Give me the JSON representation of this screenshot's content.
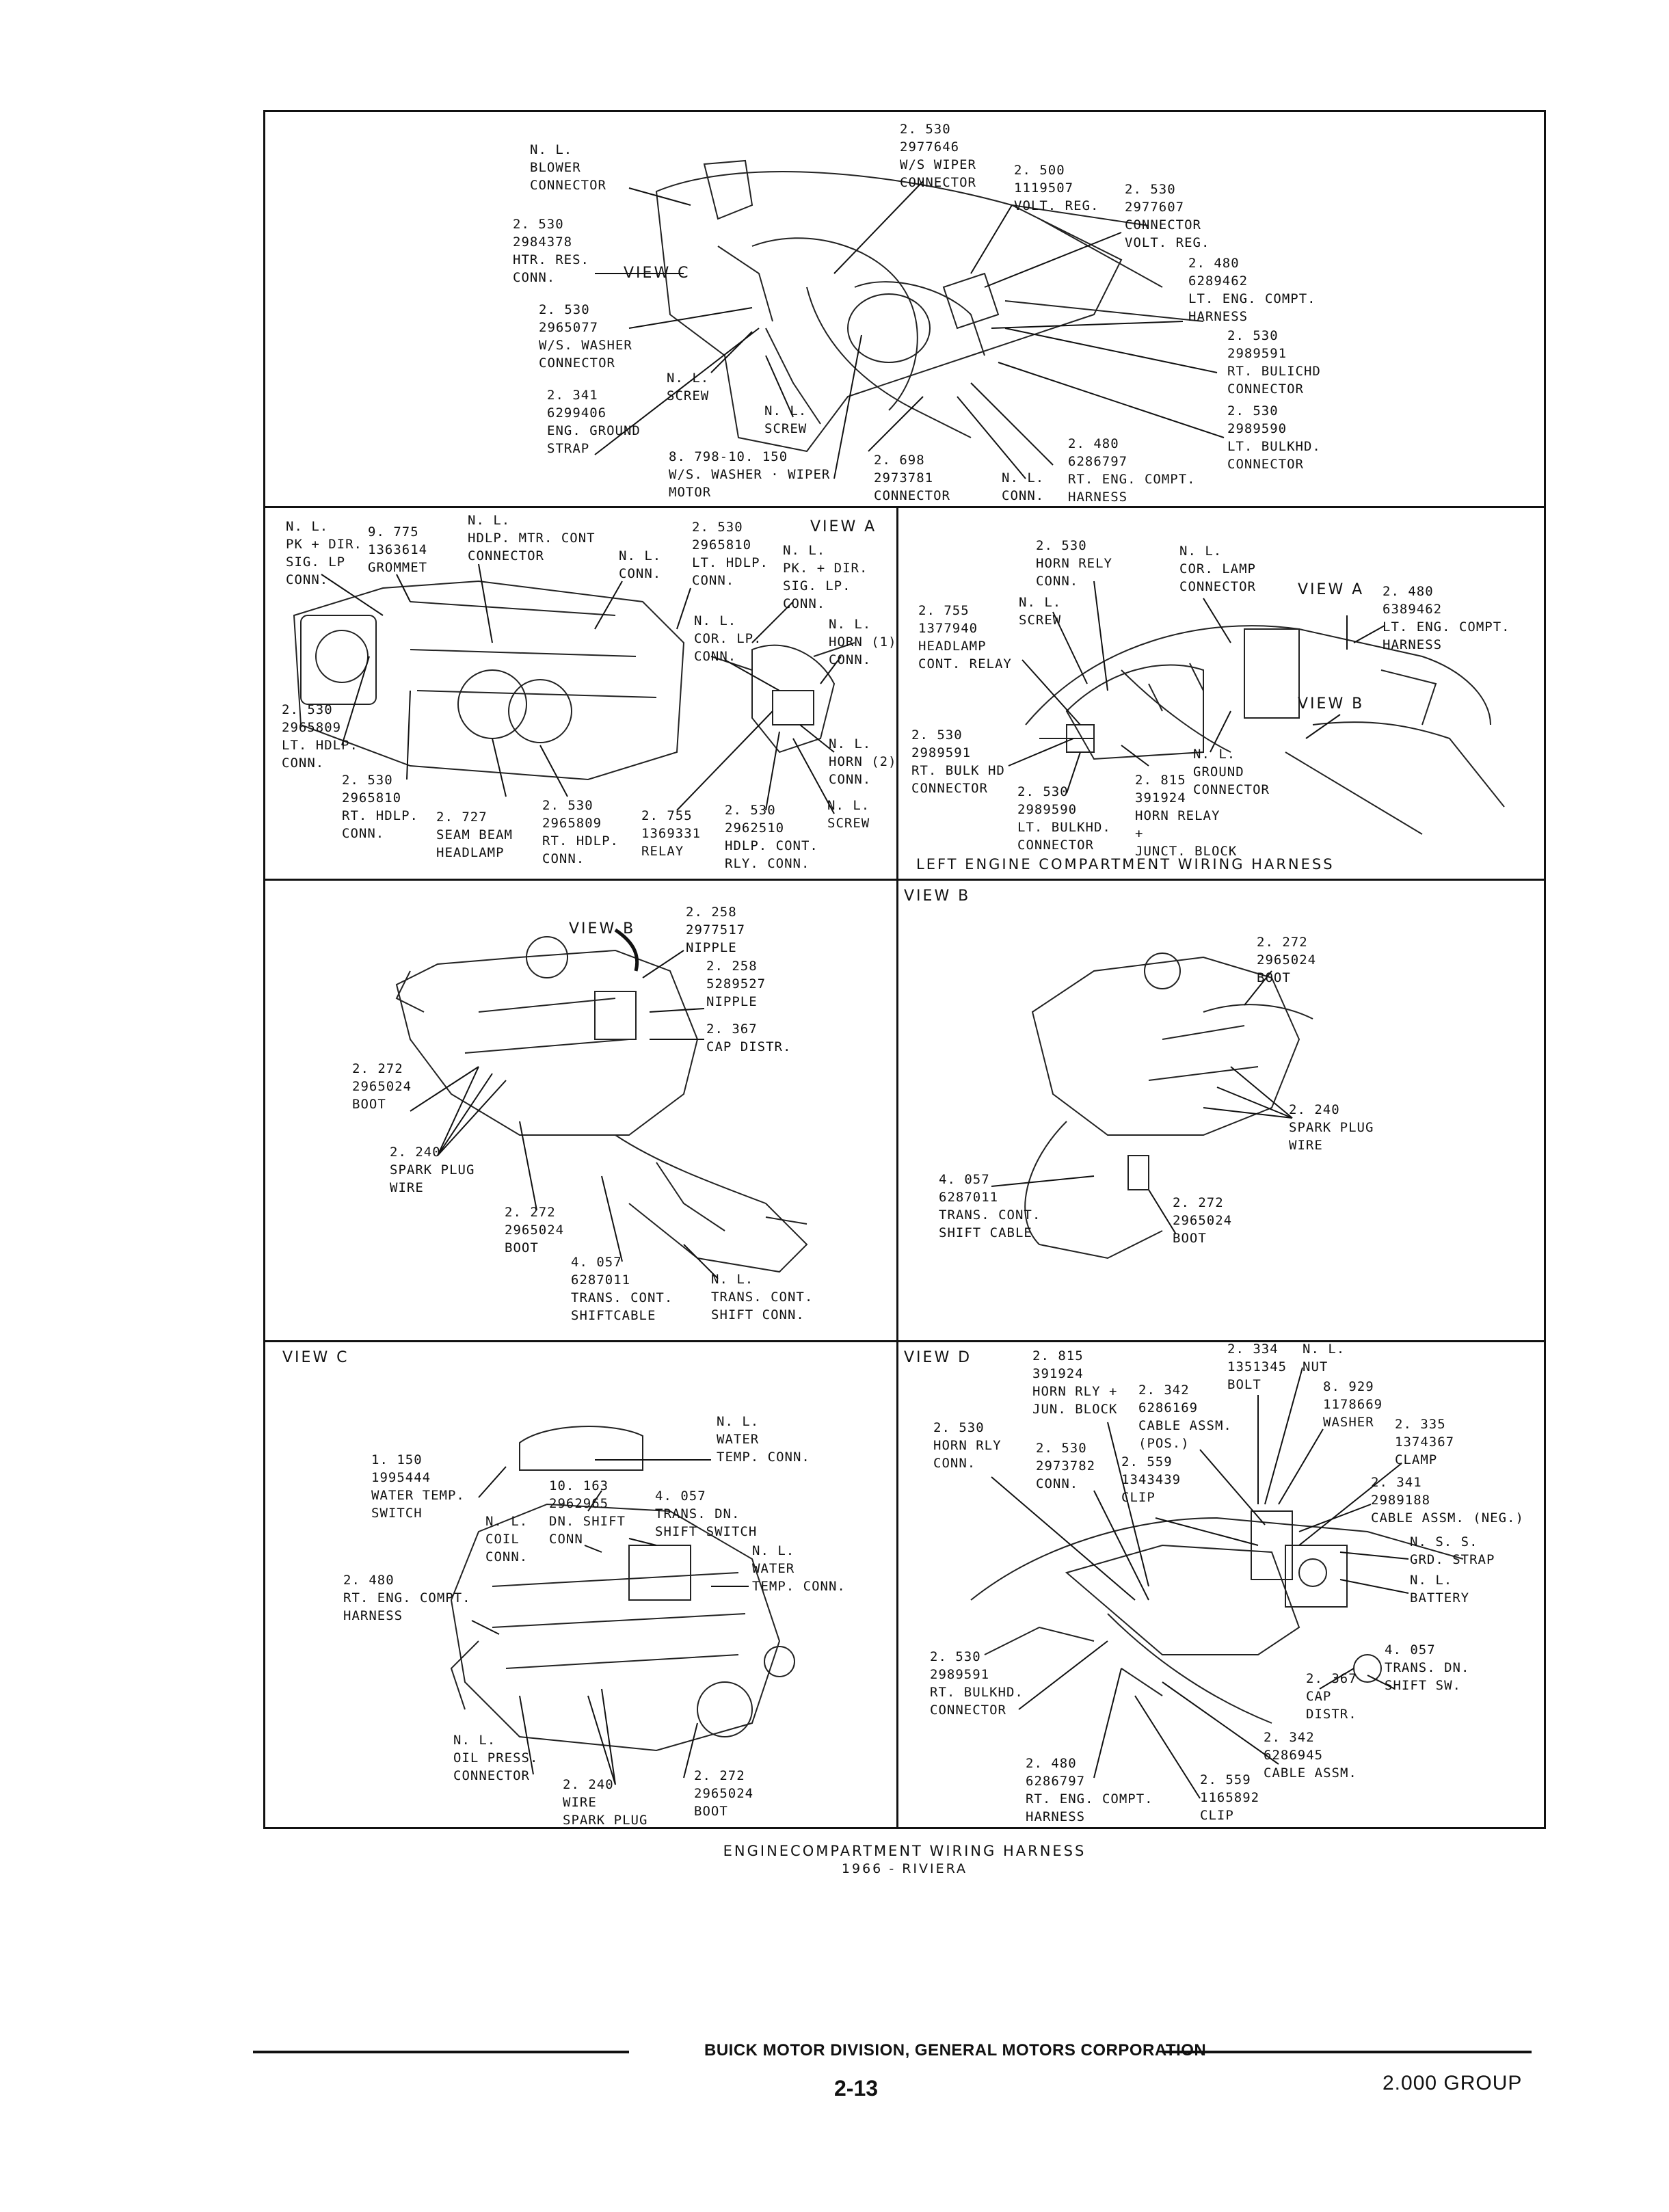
{
  "panels": {
    "top": {
      "labels": [
        "N. L.\nBLOWER\nCONNECTOR",
        "2. 530\n2984378\nHTR. RES.\nCONN.",
        "VIEW C",
        "2. 530\n2965077\nW/S. WASHER\nCONNECTOR",
        "N. L.\nSCREW",
        "2. 341\n6299406\nENG. GROUND\nSTRAP",
        "N. L.\nSCREW",
        "8. 798-10. 150\nW/S. WASHER · WIPER\nMOTOR",
        "2. 530\n2977646\nW/S WIPER\nCONNECTOR",
        "2. 500\n1119507\nVOLT. REG.",
        "2. 530\n2977607\nCONNECTOR\nVOLT. REG.",
        "2. 480\n6289462\nLT. ENG. COMPT.\nHARNESS",
        "2. 530\n2989591\nRT. BULICHD\nCONNECTOR",
        "2. 530\n2989590\nLT. BULKHD.\nCONNECTOR",
        "2. 480\n6286797\nRT. ENG. COMPT.\nHARNESS",
        "N. L.\nCONN.",
        "2. 698\n2973781\nCONNECTOR"
      ]
    },
    "view_a_left": {
      "labels": [
        "N. L.\nPK + DIR.\nSIG. LP\nCONN.",
        "9. 775\n1363614\nGROMMET",
        "N. L.\nHDLP. MTR. CONT\nCONNECTOR",
        "N. L.\nCONN.",
        "2. 530\n2965810\nLT. HDLP.\nCONN.",
        "VIEW A",
        "N. L.\nPK. + DIR.\nSIG. LP.\nCONN.",
        "N. L.\nCOR. LP.\nCONN.",
        "N. L.\nHORN (1)\nCONN.",
        "N. L.\nHORN (2)\nCONN.",
        "N. L.\nSCREW",
        "2. 530\n2965809\nLT. HDLP.\nCONN.",
        "2. 530\n2965810\nRT. HDLP.\nCONN.",
        "2. 727\nSEAM BEAM\nHEADLAMP",
        "2. 530\n2965809\nRT. HDLP.\nCONN.",
        "2. 755\n1369331\nRELAY",
        "2. 530\n2962510\nHDLP. CONT.\nRLY. CONN."
      ]
    },
    "left_engine": {
      "labels": [
        "2. 530\nHORN RELY\nCONN.",
        "N. L.\nCOR. LAMP\nCONNECTOR",
        "VIEW A",
        "2. 480\n6389462\nLT. ENG. COMPT.\nHARNESS",
        "2. 755\n1377940\nHEADLAMP\nCONT. RELAY",
        "N. L.\nSCREW",
        "VIEW B",
        "2. 530\n2989591\nRT. BULK HD\nCONNECTOR",
        "2. 530\n2989590\nLT. BULKHD.\nCONNECTOR",
        "2. 815\n391924\nHORN RELAY\n+\nJUNCT. BLOCK",
        "N. L.\nGROUND\nCONNECTOR"
      ],
      "caption": "LEFT ENGINE COMPARTMENT WIRING HARNESS"
    },
    "engine_left": {
      "labels": [
        "VIEW B",
        "2. 258\n2977517\nNIPPLE",
        "2. 258\n5289527\nNIPPLE",
        "2. 367\nCAP DISTR.",
        "2. 272\n2965024\nBOOT",
        "2. 240\nSPARK PLUG\nWIRE",
        "2. 272\n2965024\nBOOT",
        "4. 057\n6287011\nTRANS. CONT.\nSHIFTCABLE",
        "N. L.\nTRANS. CONT.\nSHIFT CONN."
      ]
    },
    "view_b": {
      "title": "VIEW B",
      "labels": [
        "2. 272\n2965024\nBOOT",
        "2. 240\nSPARK PLUG\nWIRE",
        "4. 057\n6287011\nTRANS. CONT.\nSHIFT CABLE",
        "2. 272\n2965024\nBOOT"
      ]
    },
    "view_c": {
      "title": "VIEW C",
      "labels": [
        "N. L.\nWATER\nTEMP. CONN.",
        "1. 150\n1995444\nWATER TEMP.\nSWITCH",
        "10. 163\n2962965\nDN. SHIFT\nCONN",
        "N. L.\nCOIL\nCONN.",
        "4. 057\nTRANS. DN.\nSHIFT SWITCH",
        "N. L.\nWATER\nTEMP. CONN.",
        "2. 480\nRT. ENG. COMPT.\nHARNESS",
        "N. L.\nOIL PRESS.\nCONNECTOR",
        "2. 240\nWIRE\nSPARK PLUG",
        "2. 272\n2965024\nBOOT"
      ]
    },
    "view_d": {
      "title": "VIEW D",
      "labels": [
        "2. 815\n391924\nHORN RLY +\nJUN. BLOCK",
        "2. 334\n1351345\nBOLT",
        "N. L.\nNUT",
        "8. 929\n1178669\nWASHER",
        "2. 335\n1374367\nCLAMP",
        "2. 342\n6286169\nCABLE ASSM.\n(POS.)",
        "2. 530\nHORN RLY\nCONN.",
        "2. 530\n2973782\nCONN.",
        "2. 559\n1343439\nCLIP",
        "2. 341\n2989188\nCABLE ASSM. (NEG.)",
        "N. S. S.\nGRD. STRAP",
        "N. L.\nBATTERY",
        "4. 057\nTRANS. DN.\nSHIFT SW.",
        "2. 367\nCAP\nDISTR.",
        "2. 530\n2989591\nRT. BULKHD.\nCONNECTOR",
        "2. 342\n6286945\nCABLE ASSM.",
        "2. 480\n6286797\nRT. ENG. COMPT.\nHARNESS",
        "2. 559\n1165892\nCLIP"
      ]
    }
  },
  "figure_caption": {
    "line1": "ENGINECOMPARTMENT WIRING HARNESS",
    "line2": "1966 - RIVIERA"
  },
  "footer": {
    "company": "BUICK MOTOR DIVISION, GENERAL MOTORS CORPORATION",
    "page": "2-13",
    "group": "2.000 GROUP"
  }
}
